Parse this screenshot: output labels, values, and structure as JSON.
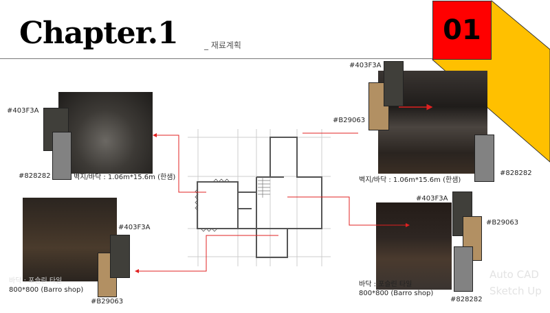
{
  "header": {
    "title": "Chapter.1",
    "subtitle": "_ 재료계획",
    "badge": "01"
  },
  "colors": {
    "accent_red": "#FF0000",
    "accent_yellow": "#FFC000",
    "dark": "#403F3A",
    "tan": "#B29063",
    "gray": "#828282"
  },
  "boards": [
    {
      "room": "living-sofa",
      "swatches": [
        "#403F3A",
        "#828282"
      ],
      "caption": [
        "벽지/바닥 : 1.06m*15.6m (한샘)"
      ]
    },
    {
      "room": "bathroom",
      "swatches": [
        "#403F3A",
        "#B29063"
      ],
      "caption": [
        "바닥 : 포슬린 타일",
        "800*800 (Barro shop)"
      ]
    },
    {
      "room": "kitchen",
      "swatches": [
        "#403F3A",
        "#B29063",
        "#828282"
      ],
      "caption": [
        "벽지/바닥 : 1.06m*15.6m (한샘)"
      ]
    },
    {
      "room": "living-room",
      "swatches": [
        "#403F3A",
        "#B29063",
        "#828282"
      ],
      "caption": [
        "바닥 : 포슬린 타일",
        "800*800 (Barro shop)"
      ]
    }
  ],
  "tools": [
    "Auto CAD",
    "Sketch Up"
  ]
}
